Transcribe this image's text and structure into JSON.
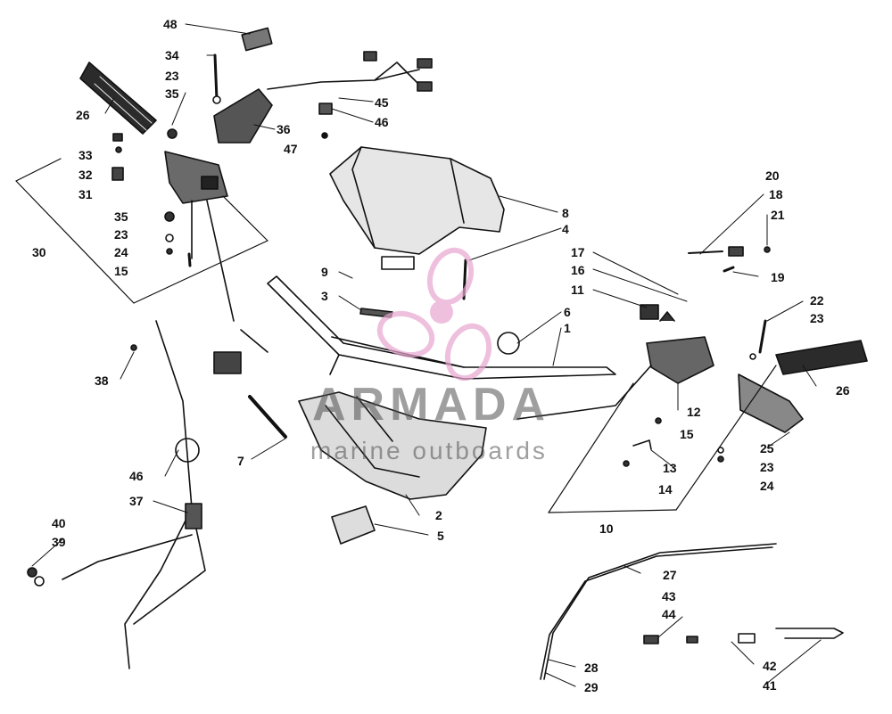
{
  "watermark": {
    "title": "ARMADA",
    "subtitle": "marine outboards",
    "color": "#e7a6cf"
  },
  "callouts": {
    "c1": "1",
    "c2": "2",
    "c3": "3",
    "c4": "4",
    "c5": "5",
    "c6": "6",
    "c7": "7",
    "c8": "8",
    "c9": "9",
    "c10": "10",
    "c11": "11",
    "c12": "12",
    "c13": "13",
    "c14": "14",
    "c15a": "15",
    "c15b": "15",
    "c16": "16",
    "c17": "17",
    "c18": "18",
    "c19": "19",
    "c20": "20",
    "c21": "21",
    "c22": "22",
    "c23a": "23",
    "c23b": "23",
    "c23c": "23",
    "c23d": "23",
    "c24a": "24",
    "c24b": "24",
    "c25": "25",
    "c26a": "26",
    "c26b": "26",
    "c27": "27",
    "c28": "28",
    "c29": "29",
    "c30": "30",
    "c31": "31",
    "c32": "32",
    "c33": "33",
    "c34": "34",
    "c35a": "35",
    "c35b": "35",
    "c36": "36",
    "c37": "37",
    "c38": "38",
    "c39": "39",
    "c40": "40",
    "c41": "41",
    "c42": "42",
    "c43": "43",
    "c44": "44",
    "c45": "45",
    "c46a": "46",
    "c46b": "46",
    "c47": "47",
    "c48": "48"
  }
}
